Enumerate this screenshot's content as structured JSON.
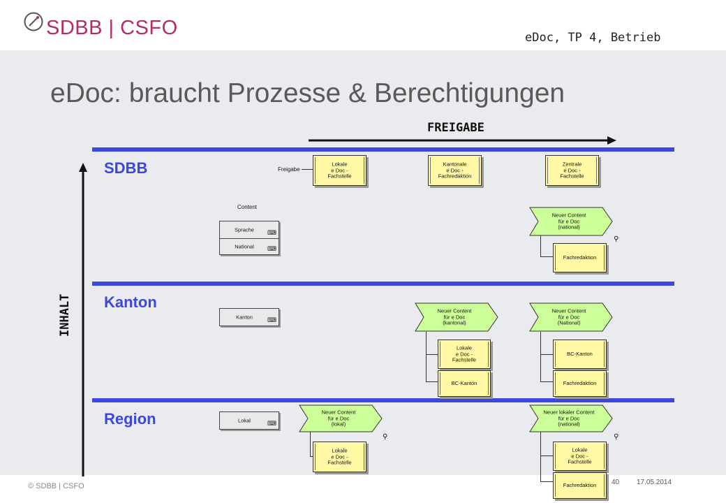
{
  "header": {
    "logo_text": "SDBB | CSFO",
    "logo_icon": "compass-icon",
    "top_right": "eDoc, TP 4, Betrieb"
  },
  "title": "eDoc: braucht Prozesse & Berechtigungen",
  "axes": {
    "freigabe": "FREIGABE",
    "inhalt": "INHALT"
  },
  "regions": {
    "sdbb": "SDBB",
    "kanton": "Kanton",
    "region": "Region"
  },
  "sdbb": {
    "freigabe_label": "Freigabe",
    "content_label": "Content",
    "box1": "Lokale\ne Doc -\nFachstelle",
    "box2": "Kantonale\ne Doc -\nFachredaktion",
    "box3": "Zentrale\ne Doc -\nFachstelle",
    "sprache": "Sprache",
    "national": "National",
    "process": "Neuer Content\nfür e Doc\n(national)",
    "fachredaktion": "Fachredaktion"
  },
  "kanton": {
    "kanton_box": "Kanton",
    "process_left": "Neuer Content\nfür e Doc\n(kantonal)",
    "lokale": "Lokale\ne Doc -\nFachstelle",
    "bc_kanton_left": "BC-Kanton",
    "process_right": "Neuer Content\nfür e Doc\n(National)",
    "bc_kanton_right": "BC-Kanton",
    "fachredaktion": "Fachredaktion"
  },
  "region": {
    "lokal_box": "Lokal",
    "process_left": "Neuer Content\nfür e Doc\n(lokal)",
    "lokale_left": "Lokale\ne Doc -\nFachstelle",
    "process_right": "Neuer lokaler Content\nfür e Doc\n(national)",
    "lokale_right": "Lokale\ne Doc -\nFachstelle",
    "fachredaktion": "Fachredaktion"
  },
  "footer": {
    "left": "© SDBB | CSFO",
    "page": "40",
    "date": "17.05.2014"
  },
  "colors": {
    "band": "#3a48e0",
    "brand": "#b32b6a",
    "doc_box": "#fff9a6",
    "process": "#ccff99"
  }
}
